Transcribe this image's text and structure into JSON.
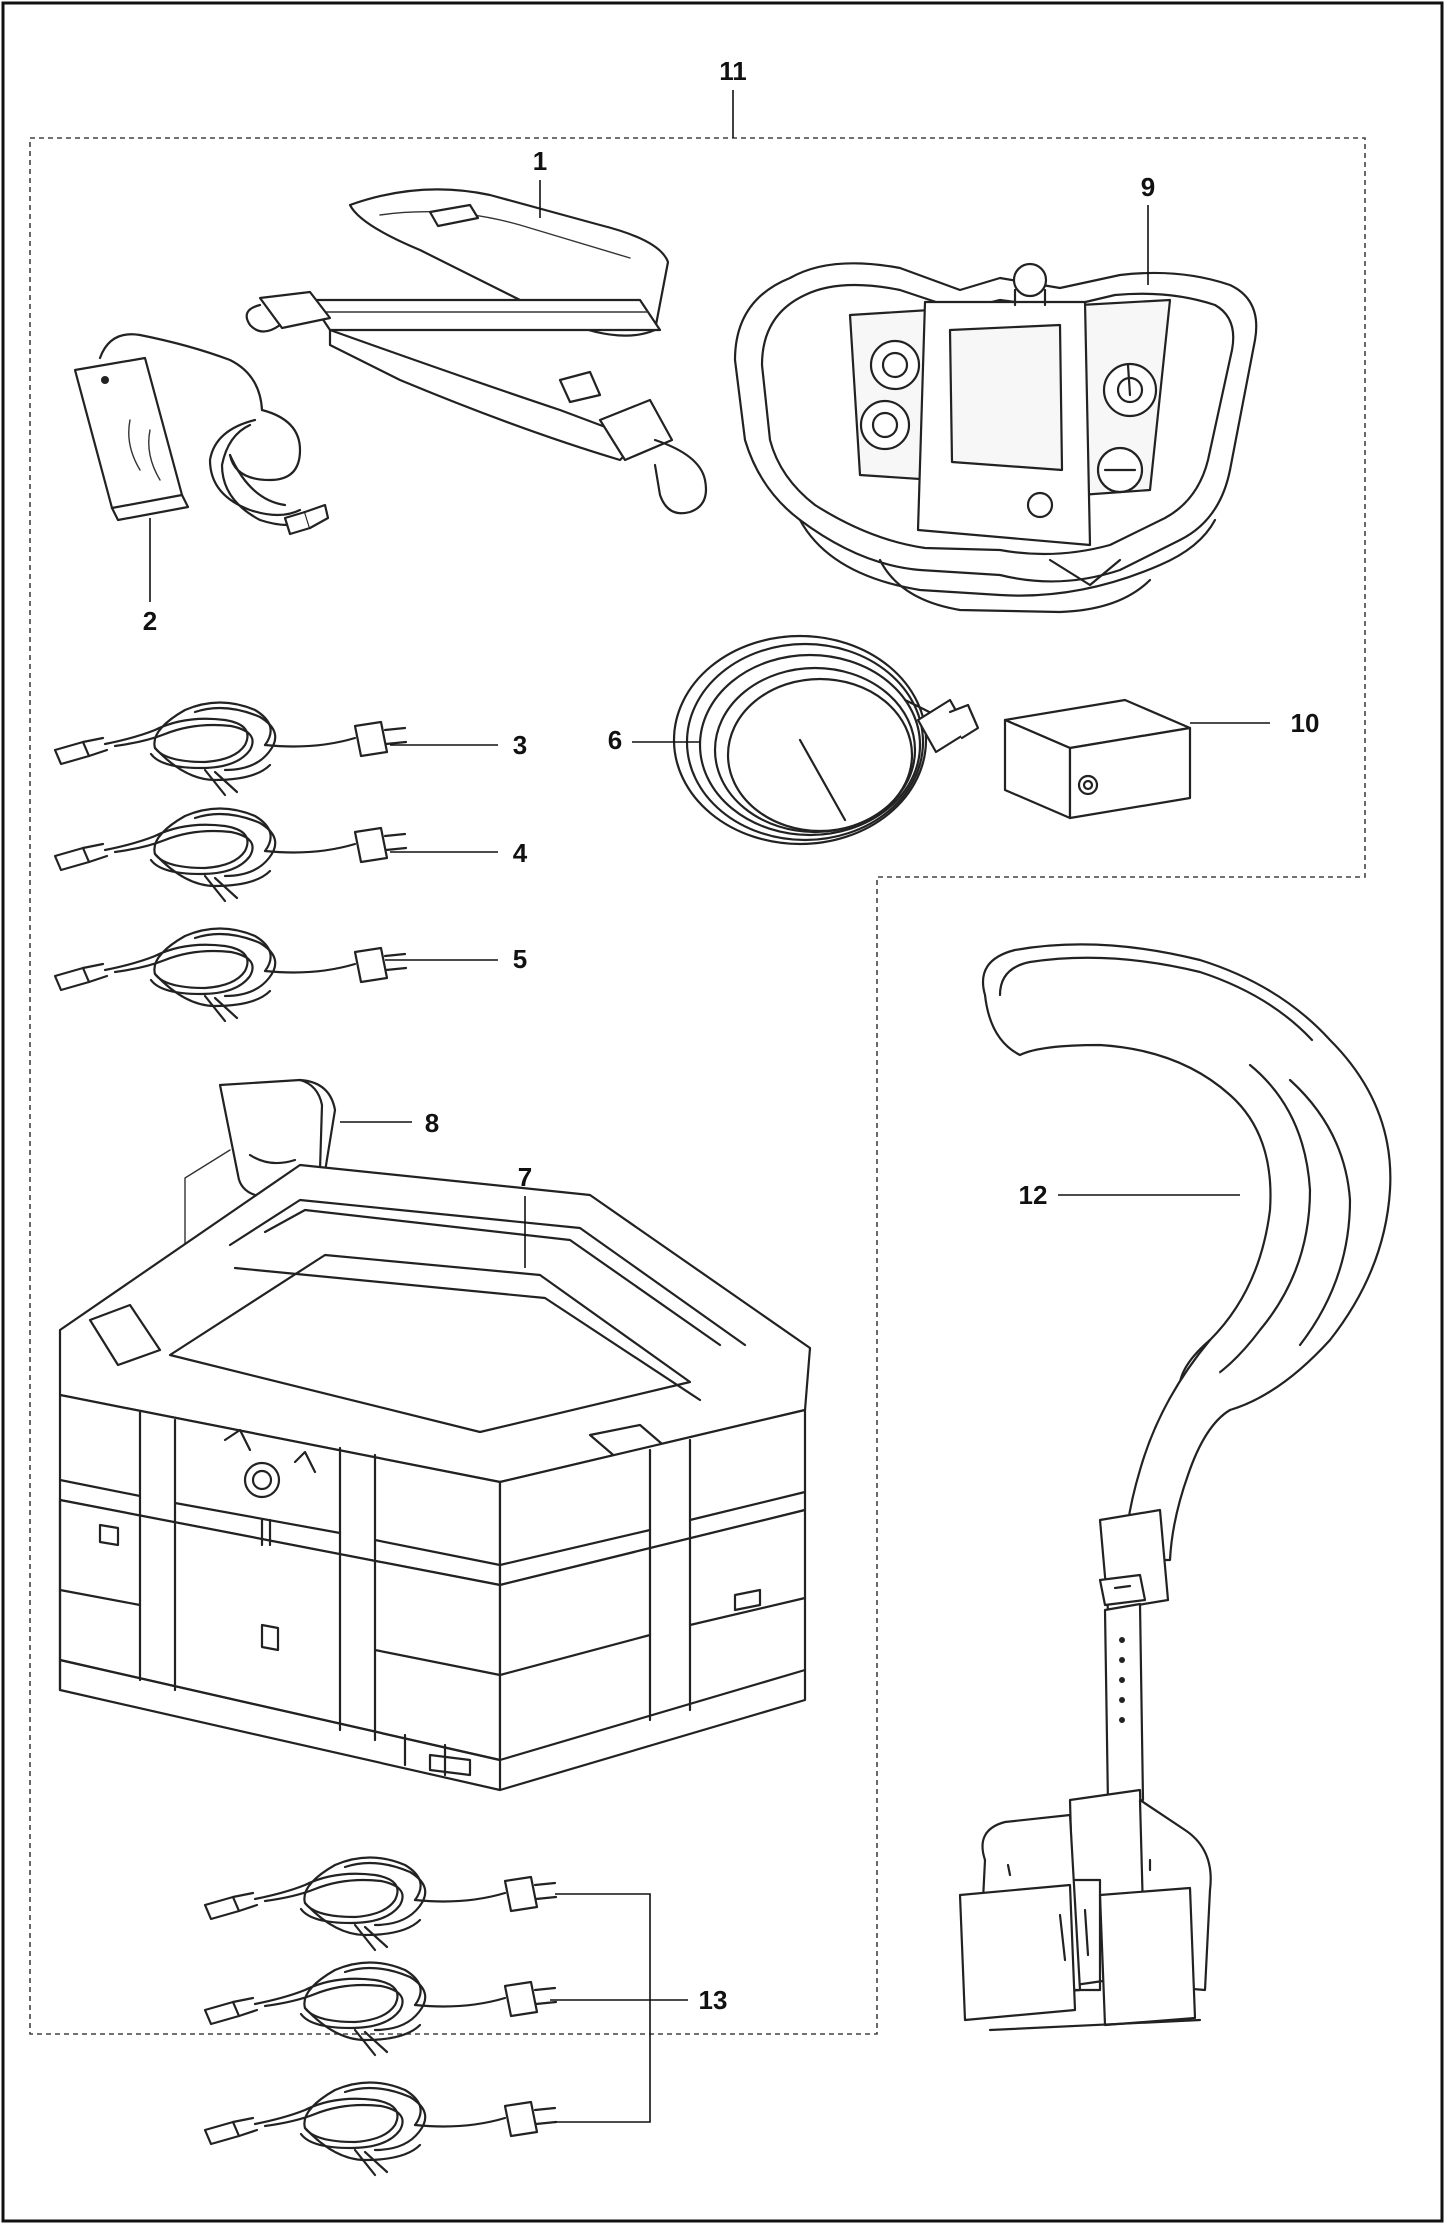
{
  "callouts": {
    "c1": "1",
    "c2": "2",
    "c3": "3",
    "c4": "4",
    "c5": "5",
    "c6": "6",
    "c7": "7",
    "c8": "8",
    "c9": "9",
    "c10": "10",
    "c11": "11",
    "c12": "12",
    "c13": "13"
  },
  "parts": [
    {
      "id": "1",
      "icon": "shoulder-strap-icon"
    },
    {
      "id": "2",
      "icon": "battery-charger-icon"
    },
    {
      "id": "3",
      "icon": "power-cord-icon"
    },
    {
      "id": "4",
      "icon": "power-cord-icon"
    },
    {
      "id": "5",
      "icon": "power-cord-icon"
    },
    {
      "id": "6",
      "icon": "coiled-cable-icon"
    },
    {
      "id": "7",
      "icon": "storage-case-icon"
    },
    {
      "id": "8",
      "icon": "case-clip-icon"
    },
    {
      "id": "9",
      "icon": "remote-control-icon"
    },
    {
      "id": "10",
      "icon": "battery-box-icon"
    },
    {
      "id": "11",
      "icon": "kit-group-outline"
    },
    {
      "id": "12",
      "icon": "harness-belt-icon"
    },
    {
      "id": "13",
      "icon": "power-cord-set-icon"
    }
  ],
  "colors": {
    "ink": "#111111",
    "background": "#ffffff"
  }
}
